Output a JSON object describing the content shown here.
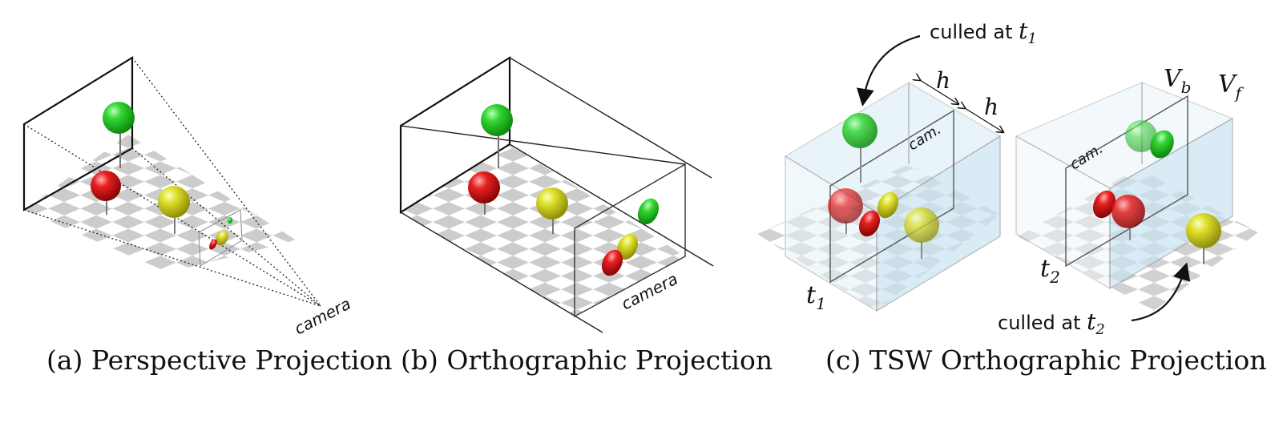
{
  "panels": {
    "a": {
      "caption": "(a) Perspective Projection",
      "camera_label": "camera"
    },
    "b": {
      "caption": "(b) Orthographic Projection",
      "camera_label": "camera"
    },
    "c": {
      "caption": "(c) TSW Orthographic Projection",
      "cam_label_1": "cam.",
      "cam_label_2": "cam.",
      "culled_t1_text": "culled at ",
      "culled_t1_math": "t",
      "culled_t1_sub": "1",
      "culled_t2_text": "culled at ",
      "culled_t2_math": "t",
      "culled_t2_sub": "2",
      "h_label_1": "h",
      "h_label_2": "h",
      "t1_label": "t",
      "t1_sub": "1",
      "t2_label": "t",
      "t2_sub": "2",
      "vb_label": "V",
      "vb_sub": "b",
      "vf_label": "V",
      "vf_sub": "f"
    }
  },
  "colors": {
    "green_ball": "#22c522",
    "red_ball": "#e01515",
    "yellow_ball": "#d8d820",
    "checker": "#c8c8c8",
    "volume_fill": "#cfe8f3"
  }
}
